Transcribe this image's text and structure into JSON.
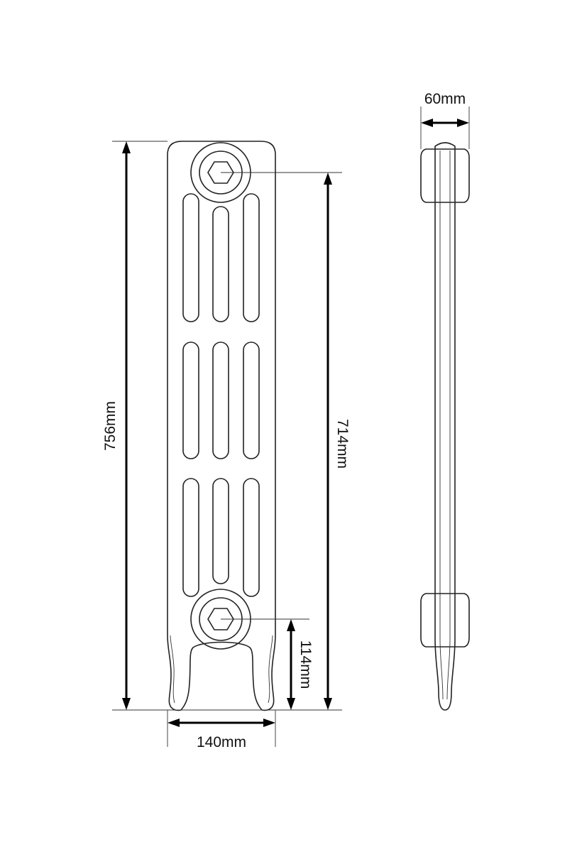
{
  "dimensions": {
    "overall_height": "756mm",
    "pipe_centres": "714mm",
    "pipe_height": "114mm",
    "width": "140mm",
    "depth": "60mm"
  },
  "colors": {
    "line": "#222222",
    "background": "#ffffff"
  }
}
